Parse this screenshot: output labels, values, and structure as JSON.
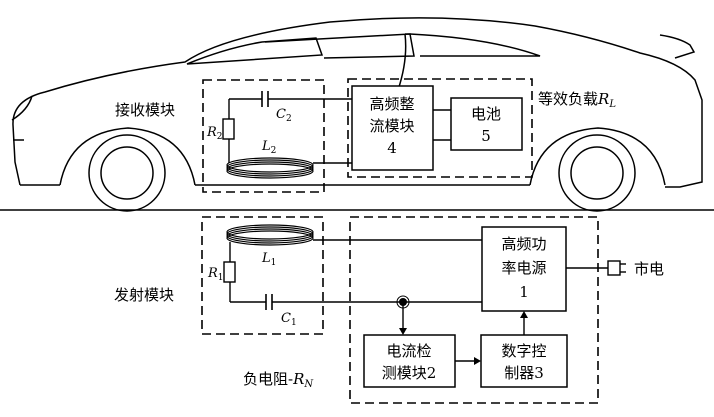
{
  "labels": {
    "receive_module": "接收模块",
    "transmit_module": "发射模块",
    "equiv_load": "等效负载",
    "equiv_load_symbol": "R",
    "equiv_load_sub": "L",
    "neg_resistance": "负电阻-",
    "neg_resistance_symbol": "R",
    "neg_resistance_sub": "N",
    "mains": "市电"
  },
  "components": {
    "R2": {
      "sym": "R",
      "sub": "2"
    },
    "C2": {
      "sym": "C",
      "sub": "2"
    },
    "L2": {
      "sym": "L",
      "sub": "2"
    },
    "R1": {
      "sym": "R",
      "sub": "1"
    },
    "C1": {
      "sym": "C",
      "sub": "1"
    },
    "L1": {
      "sym": "L",
      "sub": "1"
    }
  },
  "blocks": {
    "rectifier": {
      "line1": "高频整",
      "line2": "流模块",
      "line3": "4"
    },
    "battery": {
      "line1": "电池",
      "line2": "5"
    },
    "power_source": {
      "line1": "高频功",
      "line2": "率电源",
      "line3": "1"
    },
    "current_detect": {
      "line1": "电流检",
      "line2": "测模块2"
    },
    "controller": {
      "line1": "数字控",
      "line2": "制器3"
    }
  }
}
